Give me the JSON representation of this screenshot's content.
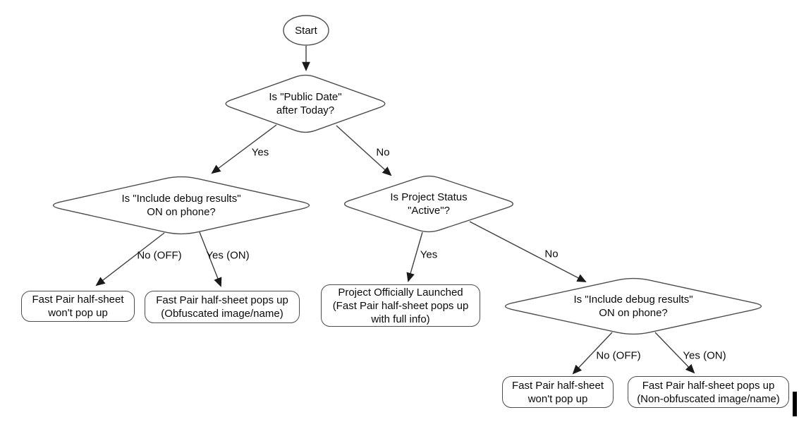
{
  "nodes": {
    "start": {
      "label": "Start"
    },
    "q_public_date": {
      "lines": [
        "Is \"Public Date\"",
        "after Today?"
      ]
    },
    "q_debug_left": {
      "lines": [
        "Is \"Include debug results\"",
        "ON on phone?"
      ]
    },
    "q_project_status": {
      "lines": [
        "Is Project Status",
        "\"Active\"?"
      ]
    },
    "q_debug_right": {
      "lines": [
        "Is \"Include debug results\"",
        "ON on phone?"
      ]
    },
    "r_wont_popup_left": {
      "lines": [
        "Fast Pair half-sheet",
        "won't pop up"
      ]
    },
    "r_obfuscated": {
      "lines": [
        "Fast Pair half-sheet pops up",
        "(Obfuscated image/name)"
      ]
    },
    "r_launched": {
      "lines": [
        "Project Officially Launched",
        "(Fast Pair half-sheet pops up",
        "with full info)"
      ]
    },
    "r_wont_popup_right": {
      "lines": [
        "Fast Pair half-sheet",
        "won't pop up"
      ]
    },
    "r_non_obfuscated": {
      "lines": [
        "Fast Pair half-sheet pops up",
        "(Non-obfuscated image/name)"
      ]
    }
  },
  "edge_labels": {
    "public_date_yes": "Yes",
    "public_date_no": "No",
    "debug_left_no": "No (OFF)",
    "debug_left_yes": "Yes (ON)",
    "status_yes": "Yes",
    "status_no": "No",
    "debug_right_no": "No (OFF)",
    "debug_right_yes": "Yes (ON)"
  },
  "colors": {
    "background": "#ffffff",
    "shape_stroke": "#4d4d4d",
    "connector": "#3f3f3f",
    "arrowhead": "#1a1a1a",
    "text": "#0a0a0a"
  }
}
